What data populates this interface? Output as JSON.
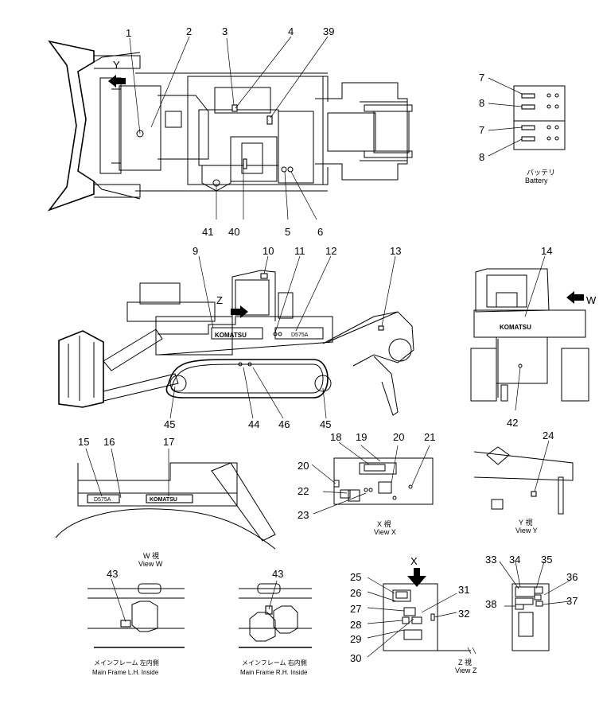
{
  "callouts": {
    "c1": "1",
    "c2": "2",
    "c3": "3",
    "c4": "4",
    "c5": "5",
    "c6": "6",
    "c7a": "7",
    "c7b": "7",
    "c8a": "8",
    "c8b": "8",
    "c9": "9",
    "c10": "10",
    "c11": "11",
    "c12": "12",
    "c13": "13",
    "c14": "14",
    "c15": "15",
    "c16": "16",
    "c17": "17",
    "c18": "18",
    "c19": "19",
    "c20a": "20",
    "c20b": "20",
    "c21": "21",
    "c22": "22",
    "c23": "23",
    "c24": "24",
    "c25": "25",
    "c26": "26",
    "c27": "27",
    "c28": "28",
    "c29": "29",
    "c30": "30",
    "c31": "31",
    "c32": "32",
    "c33": "33",
    "c34": "34",
    "c35": "35",
    "c36": "36",
    "c37": "37",
    "c38": "38",
    "c39": "39",
    "c40": "40",
    "c41": "41",
    "c42": "42",
    "c43a": "43",
    "c43b": "43",
    "c44": "44",
    "c45a": "45",
    "c45b": "45",
    "c46": "46"
  },
  "view_letters": {
    "y": "Y",
    "z": "Z",
    "w": "W",
    "x": "X"
  },
  "captions": {
    "battery_jp": "バッテリ",
    "battery_en": "Battery",
    "view_w_jp": "W 視",
    "view_w_en": "View W",
    "view_x_jp": "X 視",
    "view_x_en": "View X",
    "view_y_jp": "Y 視",
    "view_y_en": "View Y",
    "view_z_jp": "Z 視",
    "view_z_en": "View Z",
    "lh_jp": "メインフレーム 左内側",
    "lh_en": "Main Frame L.H. Inside",
    "rh_jp": "メインフレーム 右内側",
    "rh_en": "Main Frame R.H. Inside"
  },
  "decals": {
    "brand_side": "KOMATSU",
    "brand_rear": "KOMATSU",
    "brand_w": "KOMATSU",
    "model_side": "D575A",
    "model_w": "D575A"
  }
}
